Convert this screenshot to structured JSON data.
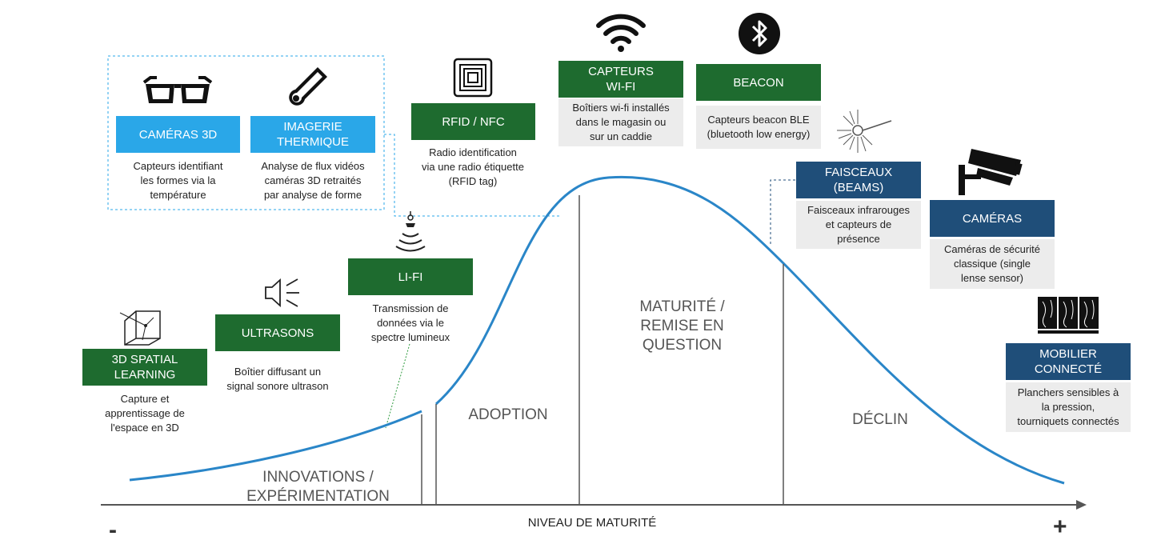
{
  "phases": {
    "innovations": "INNOVATIONS /\nEXPÉRIMENTATION",
    "adoption": "ADOPTION",
    "maturite": "MATURITÉ /\nREMISE EN\nQUESTION",
    "declin": "DÉCLIN"
  },
  "axis": {
    "label": "NIVEAU DE MATURITÉ",
    "minus": "-",
    "plus": "+"
  },
  "technologies": {
    "spatial": {
      "title": "3D SPATIAL\nLEARNING",
      "desc": "Capture et\napprentissage de\nl'espace en 3D",
      "icon": "3d-cube-icon"
    },
    "ultrasons": {
      "title": "ULTRASONS",
      "desc": "Boîtier diffusant un\nsignal sonore ultrason",
      "icon": "speaker-icon"
    },
    "lifi": {
      "title": "LI-FI",
      "desc": "Transmission de\ndonnées via le\nspectre lumineux",
      "icon": "light-signal-icon"
    },
    "cameras3d": {
      "title": "CAMÉRAS 3D",
      "desc": "Capteurs identifiant\nles formes via la\ntempérature",
      "icon": "3d-glasses-icon"
    },
    "thermique": {
      "title": "IMAGERIE\nTHERMIQUE",
      "desc": "Analyse de flux vidéos\ncaméras 3D retraités\npar analyse de forme",
      "icon": "thermometer-icon"
    },
    "rfid": {
      "title": "RFID / NFC",
      "desc": "Radio identification\nvia une radio étiquette\n(RFID tag)",
      "icon": "rfid-tag-icon"
    },
    "wifi": {
      "title": "CAPTEURS\nWI-FI",
      "desc": "Boîtiers wi-fi installés\ndans le magasin ou\nsur un caddie",
      "icon": "wifi-icon"
    },
    "beacon": {
      "title": "BEACON",
      "desc": "Capteurs beacon BLE\n(bluetooth low energy)",
      "icon": "bluetooth-icon"
    },
    "faisceaux": {
      "title": "FAISCEAUX\n(BEAMS)",
      "desc": "Faisceaux infrarouges\net capteurs de\nprésence",
      "icon": "laser-beam-icon"
    },
    "cameras": {
      "title": "CAMÉRAS",
      "desc": "Caméras de sécurité\nclassique (single\nlense sensor)",
      "icon": "security-camera-icon"
    },
    "mobilier": {
      "title": "MOBILIER\nCONNECTÉ",
      "desc": "Planchers sensibles à\nla pression,\ntourniquets connectés",
      "icon": "wood-floor-icon"
    }
  },
  "colors": {
    "green": "#1e6b2f",
    "lightblue": "#2aa7e8",
    "navy": "#1f4e79",
    "curve": "#2a86c8"
  }
}
